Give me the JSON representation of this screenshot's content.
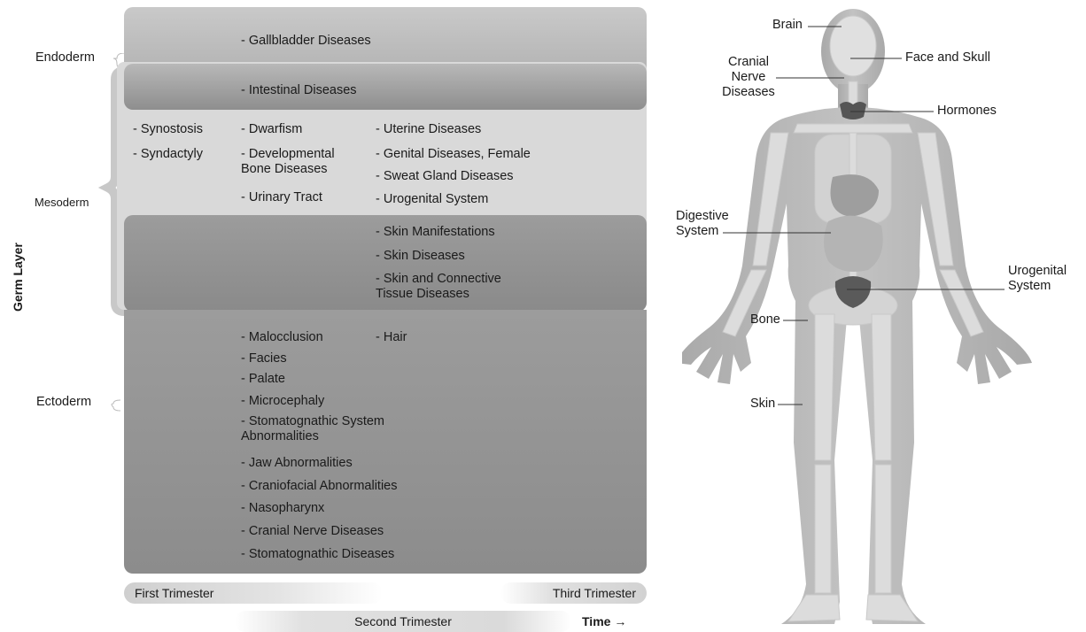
{
  "axis": {
    "y_label": "Germ Layer",
    "time_label": "Time →"
  },
  "layers": {
    "endoderm": "Endoderm",
    "mesoderm": "Mesoderm",
    "ectoderm": "Ectoderm"
  },
  "endoderm_items": [
    "- Gallbladder Diseases",
    "- Intestinal Diseases"
  ],
  "mesoderm_items": {
    "col1": [
      "- Synostosis",
      "- Syndactyly"
    ],
    "col2": [
      "- Dwarfism",
      "- Developmental Bone Diseases",
      "- Urinary Tract"
    ],
    "col3": [
      "- Uterine Diseases",
      "- Genital Diseases, Female",
      "- Sweat Gland Diseases",
      "- Urogenital System"
    ]
  },
  "meso_ecto_items": [
    "- Skin Manifestations",
    "- Skin Diseases",
    "- Skin and Connective Tissue Diseases"
  ],
  "ectoderm_items": {
    "col1": [
      "- Malocclusion",
      "- Facies",
      "- Palate",
      "- Microcephaly",
      "- Stomatognathic System Abnormalities",
      "- Jaw Abnormalities",
      "- Craniofacial Abnormalities",
      "- Nasopharynx",
      "- Cranial Nerve Diseases",
      "- Stomatognathic Diseases"
    ],
    "col2": [
      "- Hair"
    ]
  },
  "trimesters": {
    "first": "First Trimester",
    "second": "Second Trimester",
    "third": "Third Trimester"
  },
  "body_labels": {
    "brain": "Brain",
    "cranial_nerve": "Cranial Nerve Diseases",
    "face_skull": "Face and Skull",
    "hormones": "Hormones",
    "digestive": "Digestive System",
    "urogenital": "Urogenital System",
    "bone": "Bone",
    "skin": "Skin"
  },
  "colors": {
    "band_light": "#d6d6d6",
    "band_mid": "#a9a9a9",
    "band_dark": "#8f8f8f",
    "body_skin": "#b5b5b5",
    "body_bone": "#dedede"
  }
}
